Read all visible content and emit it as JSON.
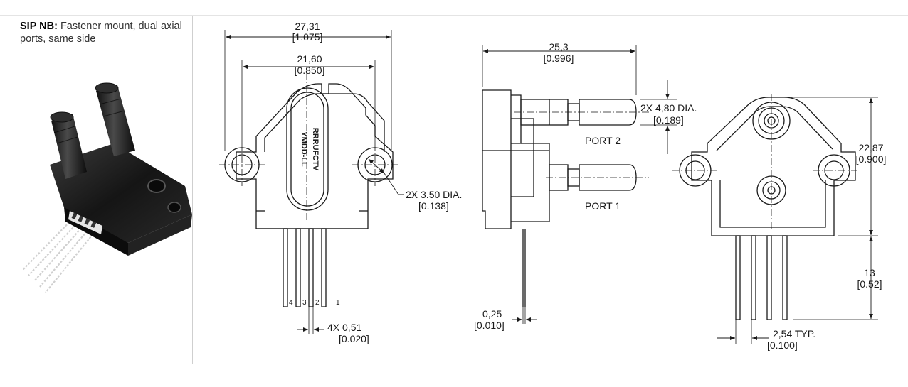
{
  "caption": {
    "title": "SIP NB:",
    "description": "Fastener mount, dual axial ports, same side"
  },
  "front_view": {
    "overall_width": "27,31",
    "overall_width_in": "[1.075]",
    "hole_spacing": "21,60",
    "hole_spacing_in": "[0.850]",
    "hole_dia": "2X 3.50 DIA.",
    "hole_dia_in": "[0.138]",
    "pin_width": "4X 0,51",
    "pin_width_in": "[0.020]",
    "label_line1": "RRRUFCTV",
    "label_line2": "YMDD-LL",
    "pin_numbers": [
      "4",
      "3",
      "2",
      "1"
    ]
  },
  "side_view": {
    "length": "25,3",
    "length_in": "[0.996]",
    "port_dia": "2X 4,80 DIA.",
    "port_dia_in": "[0.189]",
    "port2": "PORT 2",
    "port1": "PORT 1",
    "pin_thickness": "0,25",
    "pin_thickness_in": "[0.010]"
  },
  "back_view": {
    "height": "22,87",
    "height_in": "[0.900]",
    "pin_length": "13",
    "pin_length_in": "[0.52]",
    "pitch": "2,54 TYP.",
    "pitch_in": "[0.100]"
  },
  "colors": {
    "line": "#1a1a1a",
    "divider": "#cfcfcf",
    "body_dark": "#1c1c1c"
  }
}
